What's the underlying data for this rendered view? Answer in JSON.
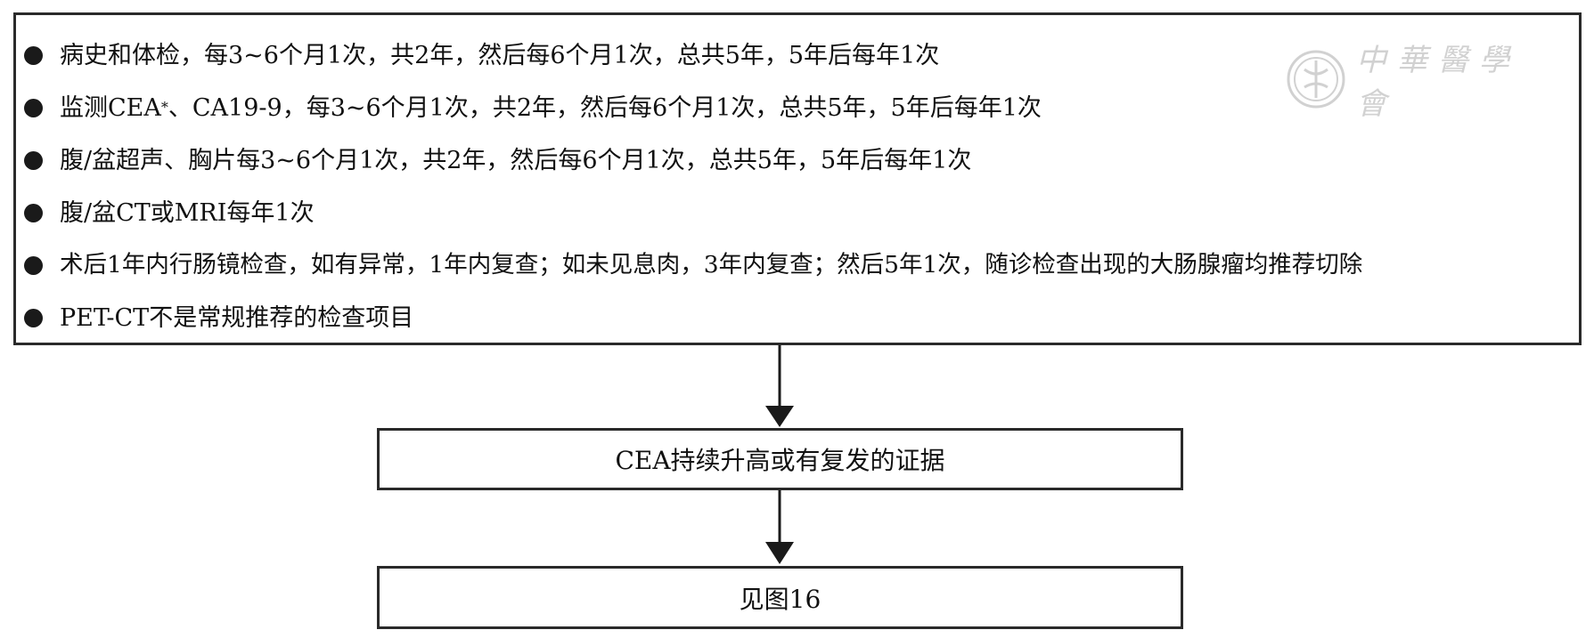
{
  "top_box": {
    "items": [
      {
        "text": "病史和体检，每3~6个月1次，共2年，然后每6个月1次，总共5年，5年后每年1次"
      },
      {
        "text_before": "监测CEA",
        "sup": "*",
        "text_after": "、CA19-9，每3~6个月1次，共2年，然后每6个月1次，总共5年，5年后每年1次"
      },
      {
        "text": "腹/盆超声、胸片每3~6个月1次，共2年，然后每6个月1次，总共5年，5年后每年1次"
      },
      {
        "text": "腹/盆CT或MRI每年1次"
      },
      {
        "text": "术后1年内行肠镜检查，如有异常，1年内复查；如未见息肉，3年内复查；然后5年1次，随诊检查出现的大肠腺瘤均推荐切除"
      },
      {
        "text": "PET-CT不是常规推荐的检查项目"
      }
    ]
  },
  "watermark": {
    "text": "中華醫學會"
  },
  "box_middle": {
    "text": "CEA持续升高或有复发的证据"
  },
  "box_bottom": {
    "text": "见图16"
  },
  "colors": {
    "border": "#2a2a2a",
    "bullet": "#1a1a1a",
    "text": "#111111"
  }
}
